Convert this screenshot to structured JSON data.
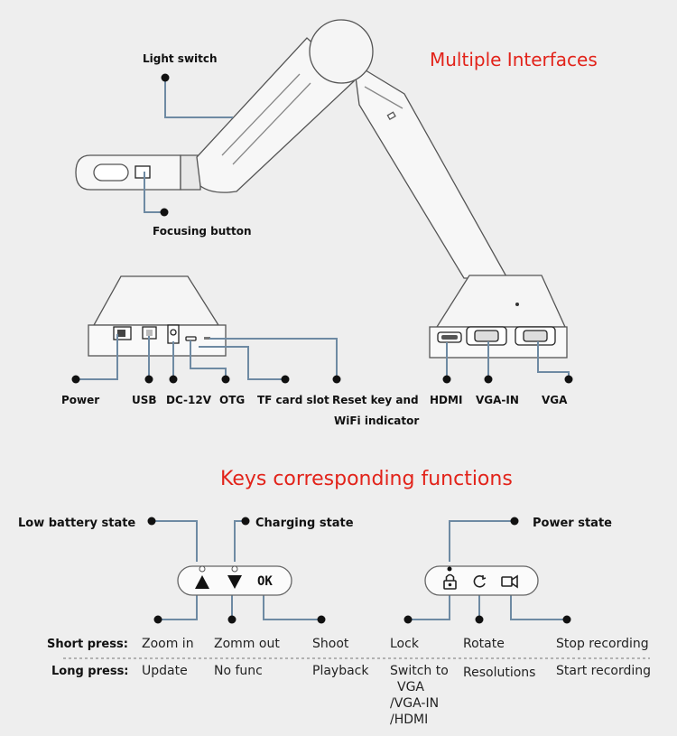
{
  "headings": {
    "interfaces": "Multiple Interfaces",
    "keys": "Keys corresponding functions"
  },
  "device_labels": {
    "light_switch": "Light switch",
    "focusing_button": "Focusing button",
    "power": "Power",
    "usb": "USB",
    "dc": "DC-12V",
    "otg": "OTG",
    "tf": "TF card slot",
    "reset_line1": "Reset key and",
    "reset_line2": "WiFi indicator",
    "hdmi": "HDMI",
    "vga_in": "VGA-IN",
    "vga": "VGA"
  },
  "key_labels": {
    "low_battery": "Low battery state",
    "charging": "Charging state",
    "power_state": "Power state",
    "ok_key": "OK"
  },
  "table": {
    "short_press": "Short press:",
    "long_press": "Long press:",
    "short": [
      "Zoom in",
      "Zomm out",
      "Shoot",
      "Lock",
      "Rotate",
      "Stop recording"
    ],
    "long": [
      "Update",
      "No func",
      "Playback",
      "Switch to",
      "Resolutions",
      "Start recording"
    ],
    "switch_extra": [
      "VGA",
      "/VGA-IN",
      "/HDMI"
    ]
  },
  "icons": [
    "up-arrow-icon",
    "down-arrow-icon",
    "lock-icon",
    "rotate-icon",
    "video-camera-icon"
  ]
}
